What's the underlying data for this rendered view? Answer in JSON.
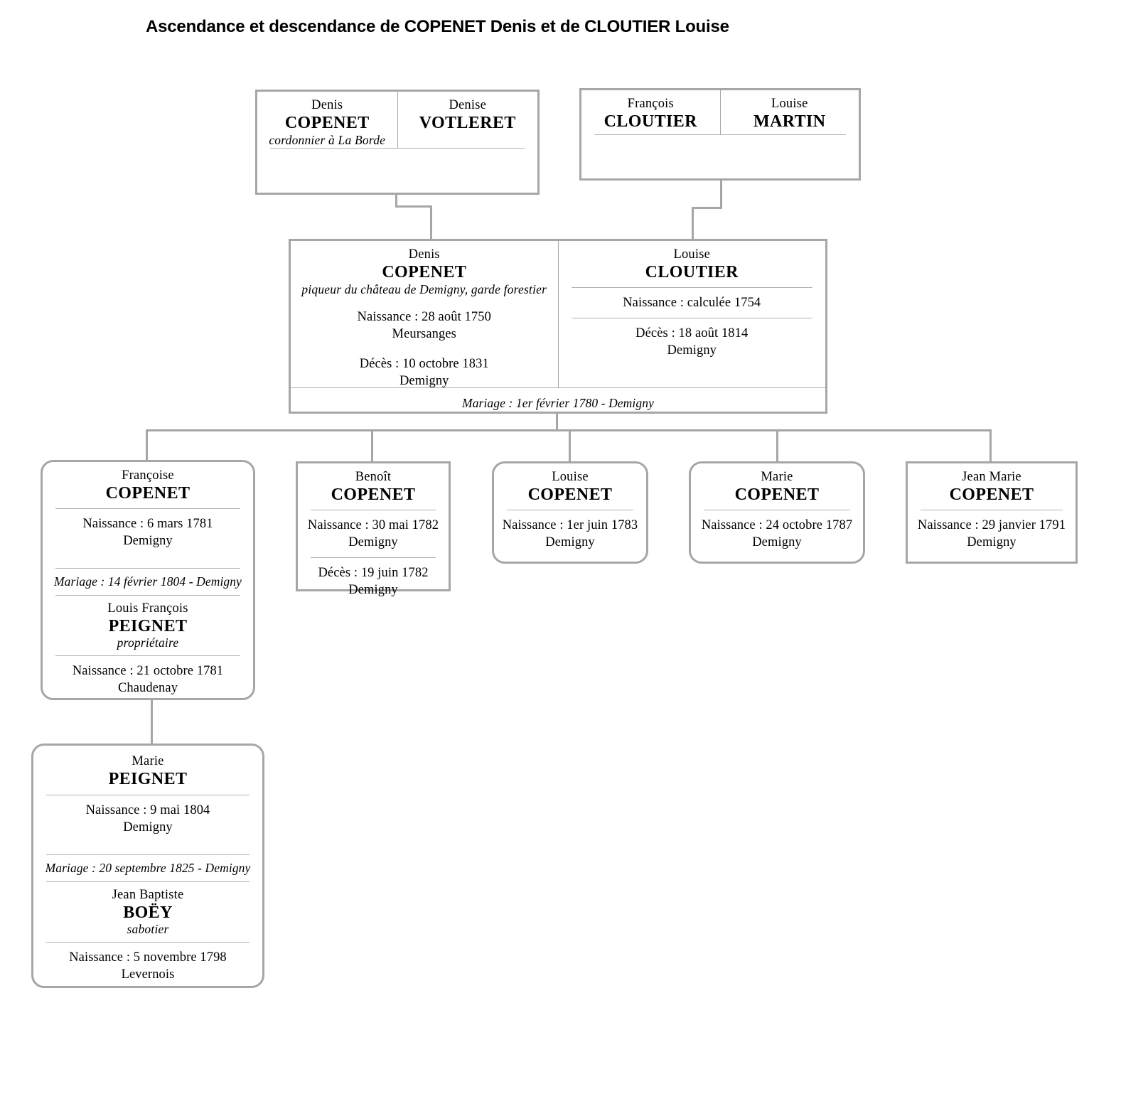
{
  "page": {
    "title": "Ascendance et descendance de COPENET Denis et de CLOUTIER Louise",
    "border_color": "#a6a6a6",
    "divider_color": "#b3b3b3",
    "background": "#ffffff"
  },
  "grandparents_paternal": {
    "father": {
      "given": "Denis",
      "surname": "COPENET",
      "occupation": "cordonnier à La Borde"
    },
    "mother": {
      "given": "Denise",
      "surname": "VOTLERET"
    }
  },
  "grandparents_maternal": {
    "father": {
      "given": "François",
      "surname": "CLOUTIER"
    },
    "mother": {
      "given": "Louise",
      "surname": "MARTIN"
    }
  },
  "central_couple": {
    "husband": {
      "given": "Denis",
      "surname": "COPENET",
      "occupation": "piqueur du château de Demigny, garde forestier",
      "birth_label": "Naissance : 28 août 1750",
      "birth_place": "Meursanges",
      "death_label": "Décès : 10 octobre 1831",
      "death_place": "Demigny"
    },
    "wife": {
      "given": "Louise",
      "surname": "CLOUTIER",
      "birth_label": "Naissance : calculée 1754",
      "death_label": "Décès : 18 août 1814",
      "death_place": "Demigny"
    },
    "marriage": "Mariage : 1er février 1780 - Demigny"
  },
  "children": [
    {
      "given": "Françoise",
      "surname": "COPENET",
      "birth_label": "Naissance : 6 mars 1781",
      "birth_place": "Demigny",
      "marriage": "Mariage : 14 février 1804 - Demigny",
      "spouse": {
        "given": "Louis François",
        "surname": "PEIGNET",
        "occupation": "propriétaire",
        "birth_label": "Naissance : 21 octobre 1781",
        "birth_place": "Chaudenay"
      }
    },
    {
      "given": "Benoît",
      "surname": "COPENET",
      "birth_label": "Naissance : 30 mai 1782",
      "birth_place": "Demigny",
      "death_label": "Décès : 19 juin 1782",
      "death_place": "Demigny"
    },
    {
      "given": "Louise",
      "surname": "COPENET",
      "birth_label": "Naissance : 1er juin 1783",
      "birth_place": "Demigny"
    },
    {
      "given": "Marie",
      "surname": "COPENET",
      "birth_label": "Naissance : 24 octobre 1787",
      "birth_place": "Demigny"
    },
    {
      "given": "Jean Marie",
      "surname": "COPENET",
      "birth_label": "Naissance : 29 janvier 1791",
      "birth_place": "Demigny"
    }
  ],
  "grandchildren": [
    {
      "given": "Marie",
      "surname": "PEIGNET",
      "birth_label": "Naissance : 9 mai 1804",
      "birth_place": "Demigny",
      "marriage": "Mariage : 20 septembre 1825 - Demigny",
      "spouse": {
        "given": "Jean Baptiste",
        "surname": "BOËY",
        "occupation": "sabotier",
        "birth_label": "Naissance : 5 novembre 1798",
        "birth_place": "Levernois"
      }
    }
  ]
}
